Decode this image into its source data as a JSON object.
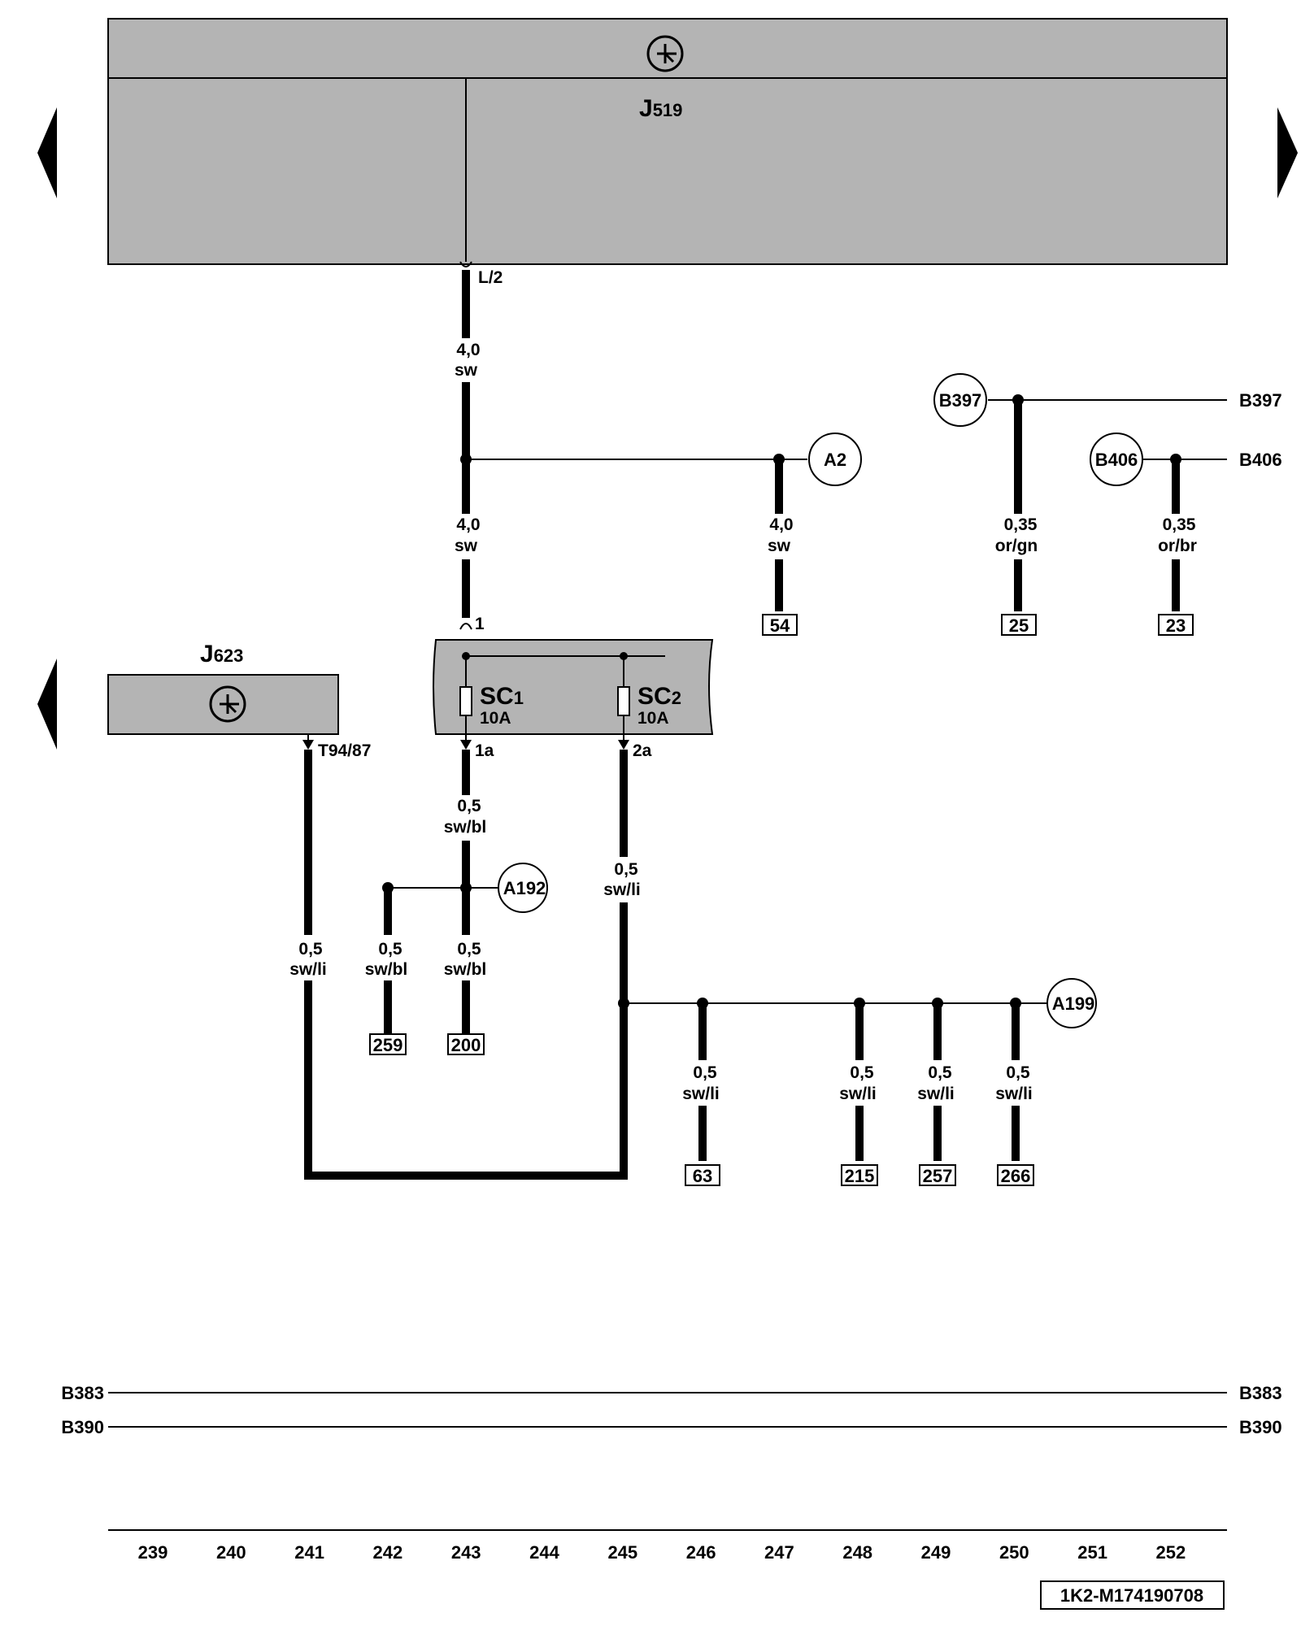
{
  "colors": {
    "component_fill": "#b4b4b4",
    "wire": "#000000",
    "background": "#ffffff"
  },
  "components": {
    "j519": {
      "name": "J",
      "sub": "519",
      "pin": "L/2"
    },
    "j623": {
      "name": "J",
      "sub": "623",
      "pin": "T94/87"
    },
    "fuse_block": {
      "input_pin": "1",
      "fuses": [
        {
          "name": "SC",
          "sub": "1",
          "rating": "10A",
          "pin": "1a"
        },
        {
          "name": "SC",
          "sub": "2",
          "rating": "10A",
          "pin": "2a"
        }
      ]
    }
  },
  "wires": {
    "main_top": {
      "size": "4,0",
      "color": "sw"
    },
    "main_mid": {
      "size": "4,0",
      "color": "sw"
    },
    "a2_branch": {
      "size": "4,0",
      "color": "sw"
    },
    "b397_branch": {
      "size": "0,35",
      "color": "or/gn"
    },
    "b406_branch": {
      "size": "0,35",
      "color": "or/br"
    },
    "sc1_out": {
      "size": "0,5",
      "color": "sw/bl"
    },
    "sc2_out": {
      "size": "0,5",
      "color": "sw/li"
    },
    "j623_out": {
      "size": "0,5",
      "color": "sw/li"
    },
    "a192_left": {
      "size": "0,5",
      "color": "sw/bl"
    },
    "a192_right": {
      "size": "0,5",
      "color": "sw/bl"
    },
    "a199_1": {
      "size": "0,5",
      "color": "sw/li"
    },
    "a199_2": {
      "size": "0,5",
      "color": "sw/li"
    },
    "a199_3": {
      "size": "0,5",
      "color": "sw/li"
    },
    "a199_4": {
      "size": "0,5",
      "color": "sw/li"
    }
  },
  "connectors": {
    "a2": "A2",
    "a192": "A192",
    "a199": "A199",
    "b397": "B397",
    "b406": "B406"
  },
  "bus_labels": {
    "b397": "B397",
    "b406": "B406",
    "b383_left": "B383",
    "b383_right": "B383",
    "b390_left": "B390",
    "b390_right": "B390"
  },
  "references": {
    "r54": "54",
    "r25": "25",
    "r23": "23",
    "r259": "259",
    "r200": "200",
    "r63": "63",
    "r215": "215",
    "r257": "257",
    "r266": "266"
  },
  "tracks": [
    "239",
    "240",
    "241",
    "242",
    "243",
    "244",
    "245",
    "246",
    "247",
    "248",
    "249",
    "250",
    "251",
    "252"
  ],
  "document_id": "1K2-M174190708"
}
